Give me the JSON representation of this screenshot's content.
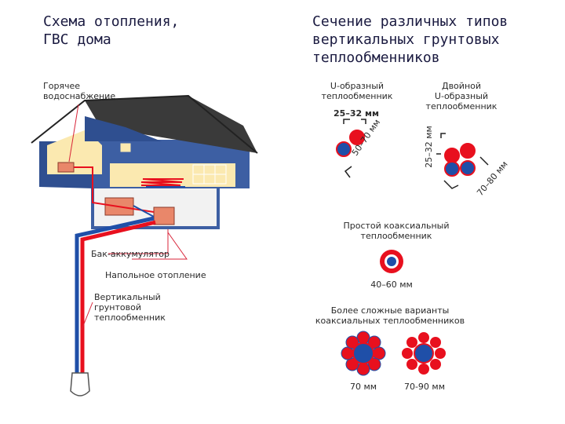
{
  "titles": {
    "left": "Схема отопления,\nГВС дома",
    "right": "Сечение различных типов\nвертикальных грунтовых\nтеплообменников"
  },
  "house_labels": {
    "hot_water": "Горячее\nводоснабжение",
    "tank": "Бак-аккумулятор",
    "floor_heating": "Напольное отопление",
    "vertical_exchanger": "Вертикальный\nгрунтовой\nтеплообменник"
  },
  "sections": {
    "u_shape": {
      "label": "U-образный\nтеплообменник",
      "size_inner": "25–32 мм",
      "size_outer": "50–70 мм"
    },
    "double_u": {
      "label": "Двойной\nU-образный\nтеплообменник",
      "size_inner": "25–32 мм",
      "size_outer": "70–80 мм"
    },
    "coaxial": {
      "label": "Простой коаксиальный\nтеплообменник",
      "size": "40–60 мм"
    },
    "complex": {
      "label": "Более сложные варианты\nкоаксиальных теплообменников",
      "size_a": "70 мм",
      "size_b": "70-90 мм"
    }
  },
  "colors": {
    "hot": "#e8101e",
    "cold": "#1f4fa8",
    "wall": "#3d5fa3",
    "roof": "#3a3a3a",
    "room": "#fbe9b0",
    "basement": "#f2f2f2",
    "tank": "#e9876a",
    "leader": "#d8253a"
  }
}
